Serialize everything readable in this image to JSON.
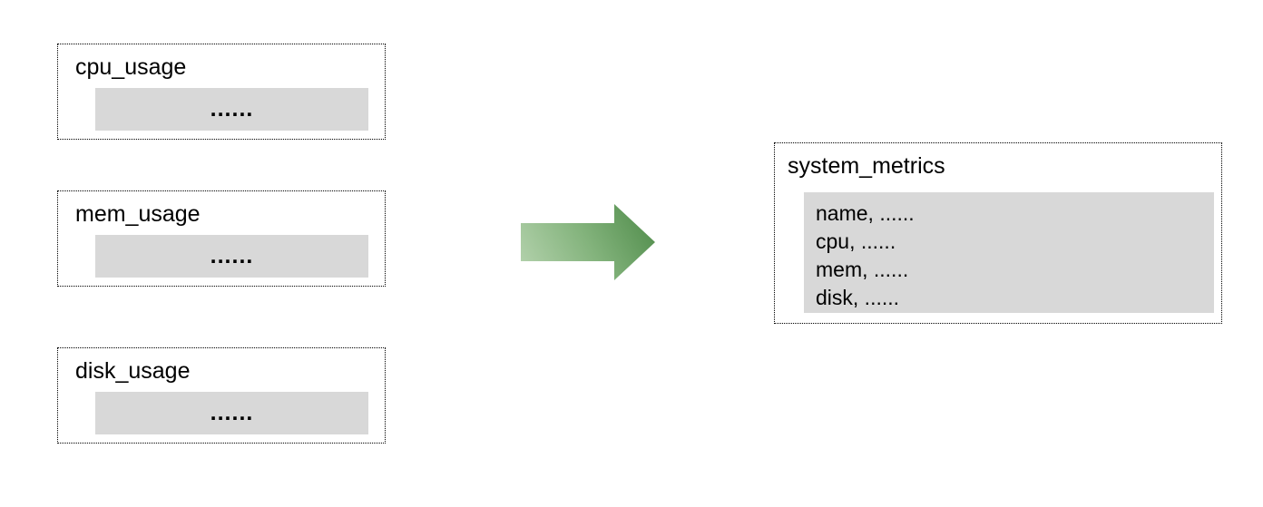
{
  "background_color": "#ffffff",
  "colors": {
    "box_border": "#000000",
    "panel_fill": "#d8d8d8",
    "arrow_gradient_light": "#aecfa8",
    "arrow_gradient_dark": "#4c8947",
    "text": "#000000"
  },
  "sources": [
    {
      "title": "cpu_usage",
      "placeholder": "......"
    },
    {
      "title": "mem_usage",
      "placeholder": "......"
    },
    {
      "title": "disk_usage",
      "placeholder": "......"
    }
  ],
  "arrow": {
    "icon": "right-arrow",
    "direction": "right"
  },
  "target": {
    "title": "system_metrics",
    "fields": [
      "name, ......",
      "cpu, ......",
      "mem, ......",
      "disk, ......"
    ]
  }
}
